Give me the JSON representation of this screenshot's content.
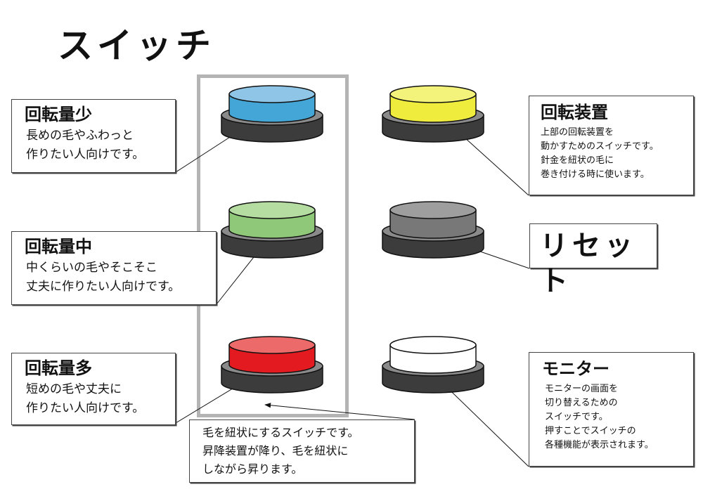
{
  "title": "スイッチ",
  "buttons": [
    {
      "id": "low",
      "color_top": "#8fc5e6",
      "color_side": "#44a6d6"
    },
    {
      "id": "mid",
      "color_top": "#b6dda1",
      "color_side": "#8fc878"
    },
    {
      "id": "high",
      "color_top": "#ec6a6a",
      "color_side": "#e31a1f"
    },
    {
      "id": "rotation",
      "color_top": "#f3f27a",
      "color_side": "#efec3d"
    },
    {
      "id": "reset",
      "color_top": "#9e9e9e",
      "color_side": "#787878"
    },
    {
      "id": "monitor",
      "color_top": "#ffffff",
      "color_side": "#ffffff"
    }
  ],
  "base_colors": {
    "ring": "#8a8a8a",
    "body": "#3c3c3c"
  },
  "callouts": {
    "low": {
      "heading": "回転量少",
      "lines": [
        "長めの毛やふわっと",
        "作りたい人向けです。"
      ]
    },
    "mid": {
      "heading": "回転量中",
      "lines": [
        "中くらいの毛やそこそこ",
        "丈夫に作りたい人向けです。"
      ]
    },
    "high": {
      "heading": "回転量多",
      "lines": [
        "短めの毛や丈夫に",
        "作りたい人向けです。"
      ]
    },
    "rotation": {
      "heading": "回転装置",
      "lines": [
        "上部の回転装置を",
        "動かすためのスイッチです。",
        "針金を紐状の毛に",
        "巻き付ける時に使います。"
      ]
    },
    "reset": {
      "heading": "リセット"
    },
    "monitor": {
      "heading": "モニター",
      "lines": [
        "モニターの画面を",
        "切り替えるための",
        "スイッチです。",
        "押すことでスイッチの",
        "各種機能が表示されます。"
      ]
    },
    "group": {
      "lines": [
        "毛を紐状にするスイッチです。",
        "昇降装置が降り、毛を紐状に",
        "しながら昇ります。"
      ]
    }
  }
}
